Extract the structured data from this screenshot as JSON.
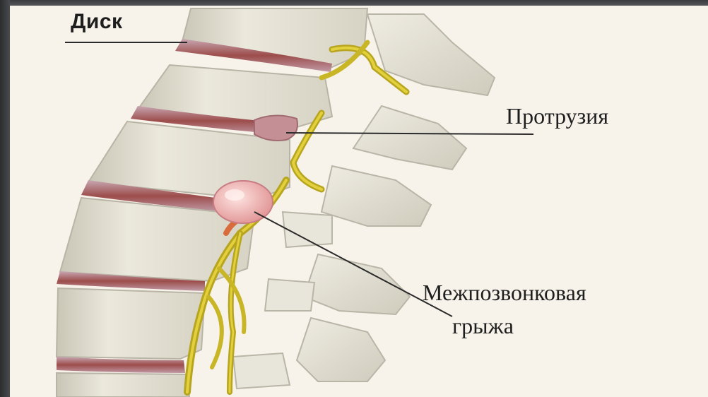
{
  "labels": {
    "disk": "Диск",
    "protrusion": "Протрузия",
    "hernia_line1": "Межпозвонковая",
    "hernia_line2": "грыжа"
  },
  "colors": {
    "background": "#f7f3ea",
    "frame": "#3c3d40",
    "bone": "#e4e1d3",
    "disc": "#9c4d4b",
    "nerve": "#c9b627",
    "hernia": "#f0b9b4",
    "leader_line": "#2a2a2a"
  }
}
